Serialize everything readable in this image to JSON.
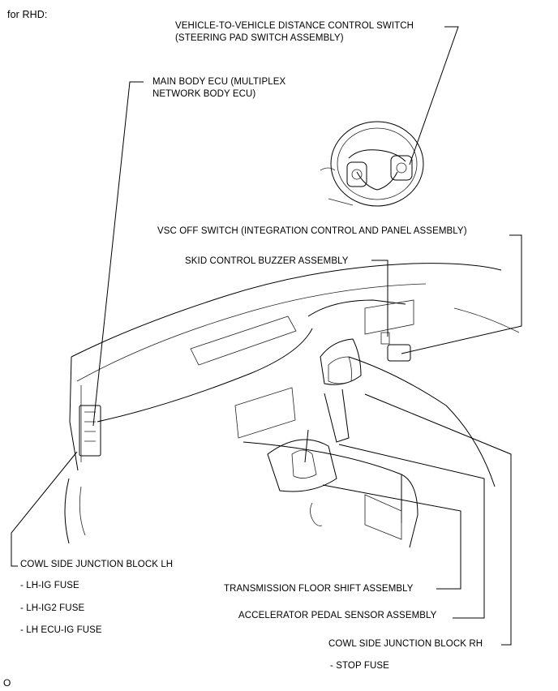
{
  "header": {
    "region_label": "for RHD:"
  },
  "labels": {
    "distance_switch": "VEHICLE-TO-VEHICLE DISTANCE CONTROL SWITCH\n(STEERING PAD SWITCH ASSEMBLY)",
    "main_body_ecu": "MAIN BODY ECU (MULTIPLEX\nNETWORK BODY ECU)",
    "vsc_off_switch": "VSC OFF SWITCH (INTEGRATION CONTROL AND PANEL ASSEMBLY)",
    "skid_buzzer": "SKID CONTROL BUZZER ASSEMBLY",
    "cowl_lh": "COWL SIDE JUNCTION BLOCK LH",
    "lh_ig_fuse": "- LH-IG FUSE",
    "lh_ig2_fuse": "- LH-IG2 FUSE",
    "lh_ecu_ig_fuse": "- LH ECU-IG FUSE",
    "transmission_shift": "TRANSMISSION FLOOR SHIFT ASSEMBLY",
    "accelerator_sensor": "ACCELERATOR PEDAL SENSOR ASSEMBLY",
    "cowl_rh": "COWL SIDE JUNCTION BLOCK RH",
    "stop_fuse": "- STOP FUSE"
  },
  "footer": {
    "figure_code": "O"
  }
}
